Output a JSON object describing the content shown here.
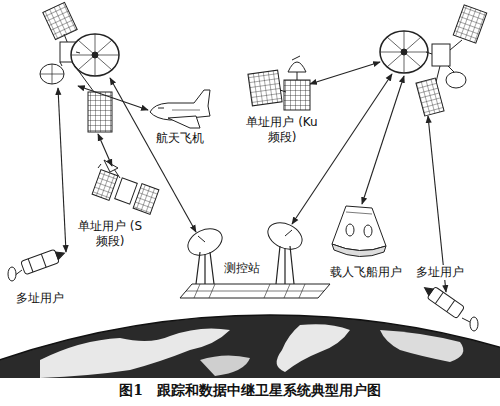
{
  "diagram": {
    "caption": "图1　跟踪和数据中继卫星系统典型用户图",
    "labels": [
      "航天飞机",
      "单址用户 (S频段)",
      "多址用户",
      "测控站",
      "单址用户 (Ku频段)",
      "载人飞船用户",
      "多址用户"
    ]
  }
}
